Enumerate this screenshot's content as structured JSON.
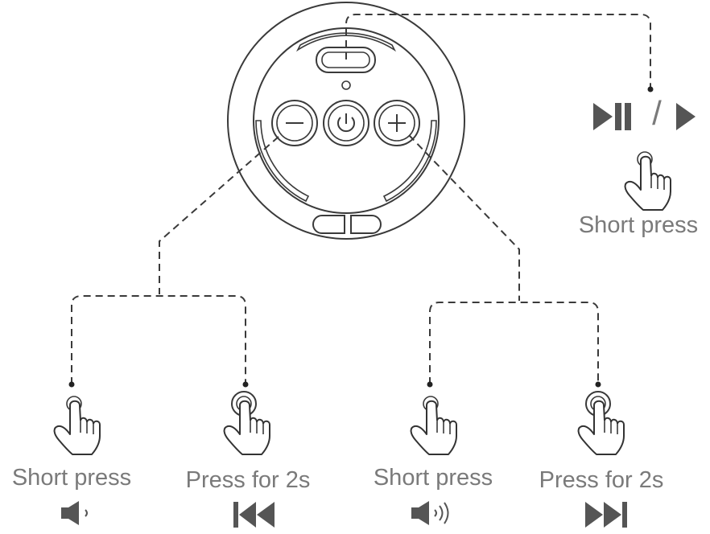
{
  "labels": {
    "play_short_press": "Short press",
    "minus_short_press": "Short press",
    "minus_long_press": "Press for 2s",
    "plus_short_press": "Short press",
    "plus_long_press": "Press for 2s"
  },
  "symbols": {
    "play_pause_separator": "/"
  },
  "icons": {
    "device": "round-speaker-button-panel",
    "center_button": "power-icon",
    "left_button": "minus-icon",
    "right_button": "plus-icon",
    "top_button": "function-button",
    "play_pause": "play-pause-icon",
    "play": "play-icon",
    "volume_down": "volume-down-icon",
    "volume_up": "volume-up-icon",
    "previous_track": "previous-track-icon",
    "next_track": "next-track-icon",
    "press": "finger-press-icon"
  }
}
